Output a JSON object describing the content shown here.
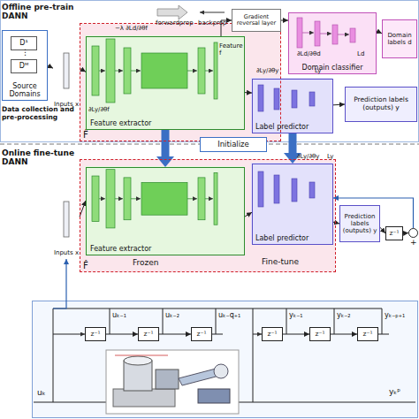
{
  "diagram": {
    "nodes": [
      {
        "text": [
          "Source Domains"
        ]
      },
      {
        "text": [
          "D¹"
        ],
        "in": 0
      },
      {
        "text": [
          "Dᴹ"
        ],
        "in": 0
      },
      {
        "text": [
          "Inputs x"
        ]
      },
      {
        "text": [
          "F̂"
        ]
      },
      {
        "text": [
          "Feature extractor"
        ],
        "in": 4
      },
      {
        "text": [
          "Label predictor"
        ],
        "in": 4
      },
      {
        "text": [
          "Gradient reversal layer"
        ]
      },
      {
        "text": [
          "Domain classifier"
        ]
      },
      {
        "text": [
          "Domain labels d"
        ]
      },
      {
        "text": [
          "Prediction labels (outputs) y"
        ]
      },
      {
        "text": [
          "Initialize"
        ]
      },
      {
        "text": [
          "Inputs x"
        ]
      },
      {
        "text": [
          "F̂"
        ]
      },
      {
        "text": [
          "Feature extractor"
        ],
        "in": 13
      },
      {
        "text": [
          "Label predictor"
        ],
        "in": 13
      },
      {
        "text": [
          "Prediction labels (outputs) y"
        ]
      },
      {
        "text": [
          "z⁻¹"
        ]
      },
      {
        "text": [
          "−",
          "+"
        ]
      },
      {
        "text": [
          "z⁻¹"
        ]
      },
      {
        "text": [
          "z⁻¹"
        ]
      },
      {
        "text": [
          "z⁻¹"
        ]
      },
      {
        "text": [
          "z⁻¹"
        ]
      },
      {
        "text": [
          "z⁻¹"
        ]
      },
      {
        "text": [
          "z⁻¹"
        ]
      }
    ],
    "edges": [
      {
        "from": 0,
        "to": 3,
        "arrow": "to"
      },
      {
        "from": 3,
        "to": 5,
        "arrow": "to"
      },
      {
        "from": 5,
        "to": 6,
        "arrow": "to"
      },
      {
        "from": 5,
        "to": 7,
        "arrow": "to"
      },
      {
        "from": 7,
        "to": 8,
        "arrow": "to"
      },
      {
        "from": 8,
        "to": 9,
        "arrow": "to"
      },
      {
        "from": 6,
        "to": 10,
        "arrow": "to"
      },
      {
        "from": 5,
        "to": 14,
        "arrow": "to"
      },
      {
        "from": 6,
        "to": 15,
        "arrow": "to"
      },
      {
        "from": 12,
        "to": 14,
        "arrow": "to"
      },
      {
        "from": 14,
        "to": 15,
        "arrow": "to"
      },
      {
        "from": 15,
        "to": 16,
        "arrow": "to"
      },
      {
        "from": 16,
        "to": 17,
        "arrow": "to"
      },
      {
        "from": 17,
        "to": 18,
        "arrow": "to"
      },
      {
        "from": 18,
        "to": 15,
        "arrow": "to"
      },
      {
        "from": 19,
        "to": 20,
        "arrow": "to"
      },
      {
        "from": 20,
        "to": 21,
        "arrow": "to"
      },
      {
        "from": 22,
        "to": 23,
        "arrow": "to"
      },
      {
        "from": 23,
        "to": 24,
        "arrow": "to"
      }
    ],
    "labels": [
      "Offline pre-train DANN",
      "Data collection and pre-processing",
      "Online fine-tune DANN",
      "⋮",
      "forwardprop",
      "backprop",
      "Feature f",
      "−λ ∂Ld/∂θf",
      "∂Ly/∂θf",
      "∂Ld/∂θd",
      "Ld",
      "∂Ly/∂θy",
      "Ly",
      "∂Ly/∂θy",
      "Ly",
      "Frozen",
      "Fine-tune",
      "uₖ₋₁",
      "uₖ₋₂",
      "uₖ₋q₊₁",
      "yₖ₋₁",
      "yₖ₋₂",
      "yₖ₋ₚ₊₁",
      "uₖ",
      "yₖᵖ"
    ]
  }
}
